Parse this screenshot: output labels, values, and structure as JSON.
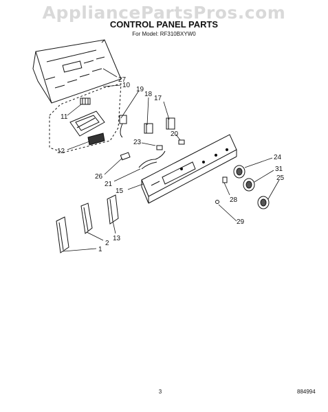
{
  "watermark": "AppliancePartsPros.com",
  "title": "CONTROL PANEL PARTS",
  "subtitle": "For Model: RF310BXYW0",
  "page_number": "3",
  "document_code": "884994",
  "callouts": [
    "27",
    "10",
    "19",
    "18",
    "17",
    "11",
    "20",
    "23",
    "12",
    "24",
    "26",
    "31",
    "21",
    "25",
    "15",
    "28",
    "29",
    "2",
    "13",
    "1"
  ]
}
